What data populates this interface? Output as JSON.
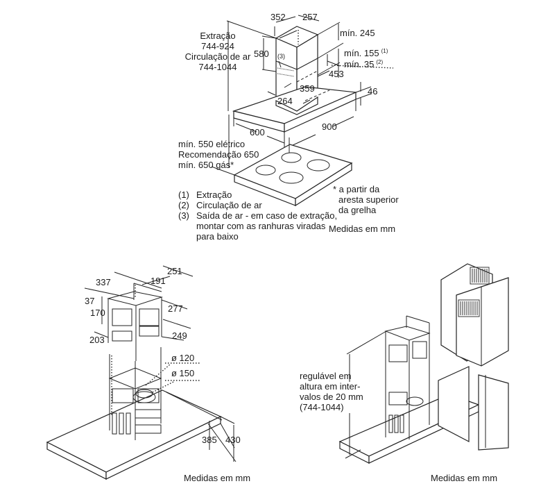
{
  "top": {
    "dims": {
      "w352": "352",
      "w257": "257",
      "min245": "mín. 245",
      "min155": "mín. 155",
      "min155_note": "(1)",
      "min35": "mín. 35",
      "min35_note": "(2)",
      "h580": "580",
      "d453": "453",
      "d359": "359",
      "d264": "264",
      "h46": "46",
      "w600": "600",
      "w900": "900",
      "callout3": "(3)"
    },
    "height_label": [
      "Extração",
      "744-924",
      "Circulação de ar",
      "744-1044"
    ],
    "clearance_label": [
      "mín. 550 elétrico",
      "Recomendação 650",
      "mín. 650 gás*"
    ],
    "legend": [
      {
        "num": "(1)",
        "text": "Extração"
      },
      {
        "num": "(2)",
        "text": "Circulação de ar"
      },
      {
        "num": "(3)",
        "text": "Saída de ar - em caso de extração,"
      },
      {
        "num": "",
        "text": "montar com as ranhuras viradas"
      },
      {
        "num": "",
        "text": "para baixo"
      }
    ],
    "footnote": [
      "* a partir da",
      "aresta superior",
      "da grelha"
    ],
    "units": "Medidas em mm"
  },
  "bottom_left": {
    "dims": {
      "d337": "337",
      "d251": "251",
      "d191": "191",
      "d37": "37",
      "d170": "170",
      "d277": "277",
      "d203": "203",
      "d249": "249",
      "dia120": "ø 120",
      "dia150": "ø 150",
      "h385": "385",
      "h430": "430"
    },
    "units": "Medidas em mm"
  },
  "bottom_right": {
    "adjust_label": [
      "regulável em",
      "altura em inter-",
      "valos de 20 mm",
      "(744-1044)"
    ],
    "units": "Medidas em mm"
  }
}
